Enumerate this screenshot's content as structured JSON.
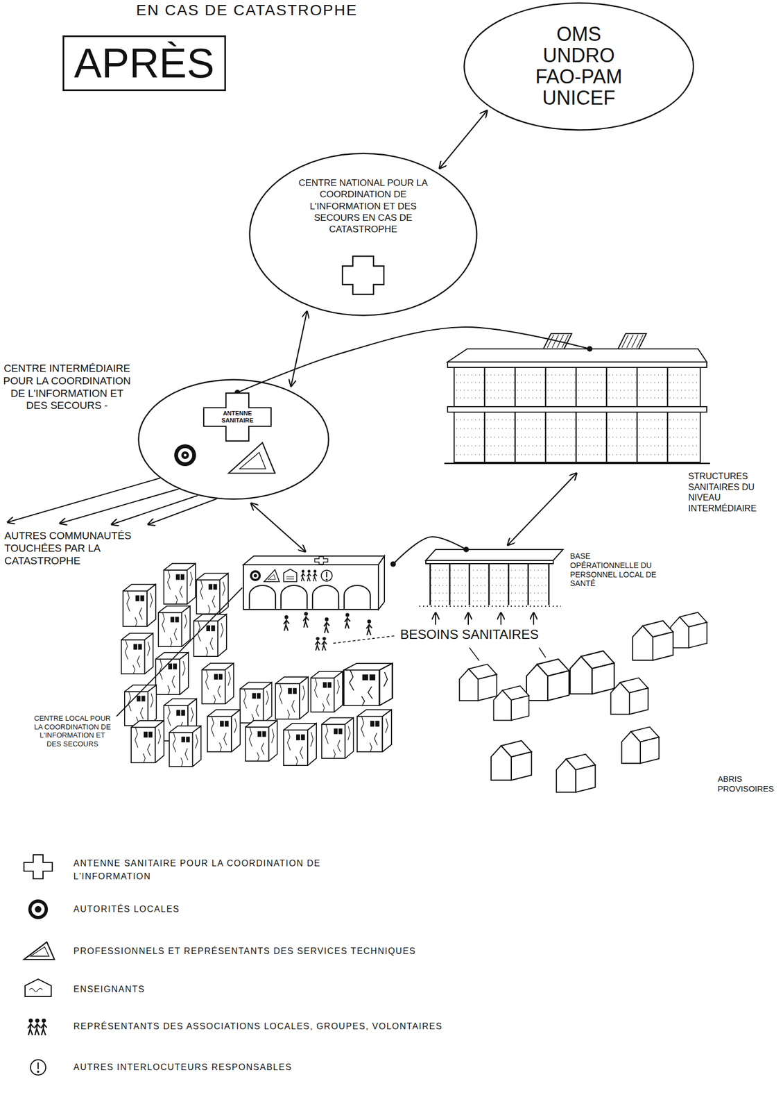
{
  "diagram": {
    "title": "EN CAS DE CATASTROPHE",
    "nodes": [
      {
        "text": [
          "APRÈS"
        ]
      },
      {
        "text": [
          "OMS UNDRO FAO-PAM UNICEF"
        ]
      },
      {
        "text": [
          "CENTRE NATIONAL POUR LA COORDINATION DE L'INFORMATION ET DES SECOURS EN CAS DE CATASTROPHE"
        ]
      },
      {
        "text": [
          "CENTRE INTERMÉDIAIRE POUR LA COORDINATION DE L'INFORMATION ET DES SECOURS -"
        ]
      },
      {
        "text": [
          "ANTENNE SANITAIRE"
        ],
        "in": 3
      },
      {
        "text": [
          "STRUCTURES SANITAIRES DU NIVEAU INTERMÉDIAIRE"
        ]
      },
      {
        "text": [
          "CENTRE LOCAL POUR LA COORDINATION DE L'INFORMATION ET DES SECOURS"
        ]
      },
      {
        "text": [
          "BASE OPÉRATIONNELLE DU PERSONNEL LOCAL DE SANTÉ"
        ]
      }
    ],
    "edges": [
      {
        "from": 1,
        "to": 2,
        "arrow": "both"
      },
      {
        "from": 2,
        "to": 3,
        "arrow": "both"
      },
      {
        "from": 4,
        "to": 5,
        "arrow": "none"
      },
      {
        "from": 3,
        "to": 6,
        "arrow": "both"
      },
      {
        "from": 5,
        "to": 7,
        "arrow": "both"
      },
      {
        "from": 6,
        "to": 7,
        "arrow": "none"
      }
    ],
    "labels": [
      "AUTRES COMMUNAUTÉS TOUCHÉES PAR LA CATASTROPHE",
      "BESOINS SANITAIRES",
      "ABRIS PROVISOIRES"
    ],
    "legend": [
      {
        "text": "ANTENNE SANITAIRE POUR LA COORDINATION DE L'INFORMATION"
      },
      {
        "text": "AUTORITÉS LOCALES"
      },
      {
        "text": "PROFESSIONNELS ET REPRÉSENTANTS DES SERVICES TECHNIQUES"
      },
      {
        "text": "ENSEIGNANTS"
      },
      {
        "text": "REPRÉSENTANTS DES ASSOCIATIONS LOCALES, GROUPES, VOLONTAIRES"
      },
      {
        "text": "AUTRES INTERLOCUTEURS RESPONSABLES"
      }
    ]
  }
}
